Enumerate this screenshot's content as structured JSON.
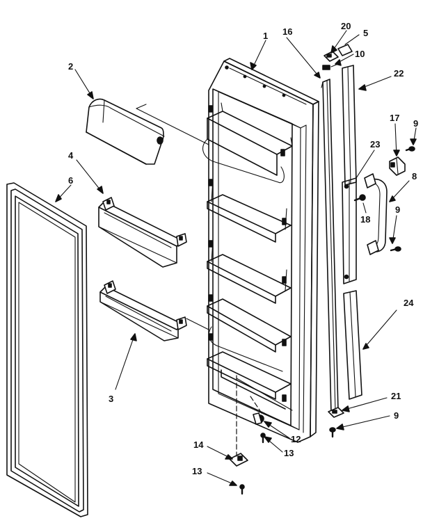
{
  "parts": [
    {
      "id": "part-1",
      "label": "1"
    },
    {
      "id": "part-2",
      "label": "2"
    },
    {
      "id": "part-3",
      "label": "3"
    },
    {
      "id": "part-4",
      "label": "4"
    },
    {
      "id": "part-5",
      "label": "5"
    },
    {
      "id": "part-6",
      "label": "6"
    },
    {
      "id": "part-8",
      "label": "8"
    },
    {
      "id": "part-9a",
      "label": "9"
    },
    {
      "id": "part-9b",
      "label": "9"
    },
    {
      "id": "part-9c",
      "label": "9"
    },
    {
      "id": "part-10",
      "label": "10"
    },
    {
      "id": "part-12",
      "label": "12"
    },
    {
      "id": "part-13a",
      "label": "13"
    },
    {
      "id": "part-13b",
      "label": "13"
    },
    {
      "id": "part-14",
      "label": "14"
    },
    {
      "id": "part-16",
      "label": "16"
    },
    {
      "id": "part-17",
      "label": "17"
    },
    {
      "id": "part-18",
      "label": "18"
    },
    {
      "id": "part-20",
      "label": "20"
    },
    {
      "id": "part-21",
      "label": "21"
    },
    {
      "id": "part-22",
      "label": "22"
    },
    {
      "id": "part-23",
      "label": "23"
    },
    {
      "id": "part-24",
      "label": "24"
    }
  ],
  "colors": {
    "ink": "#111111",
    "paper": "#ffffff"
  }
}
